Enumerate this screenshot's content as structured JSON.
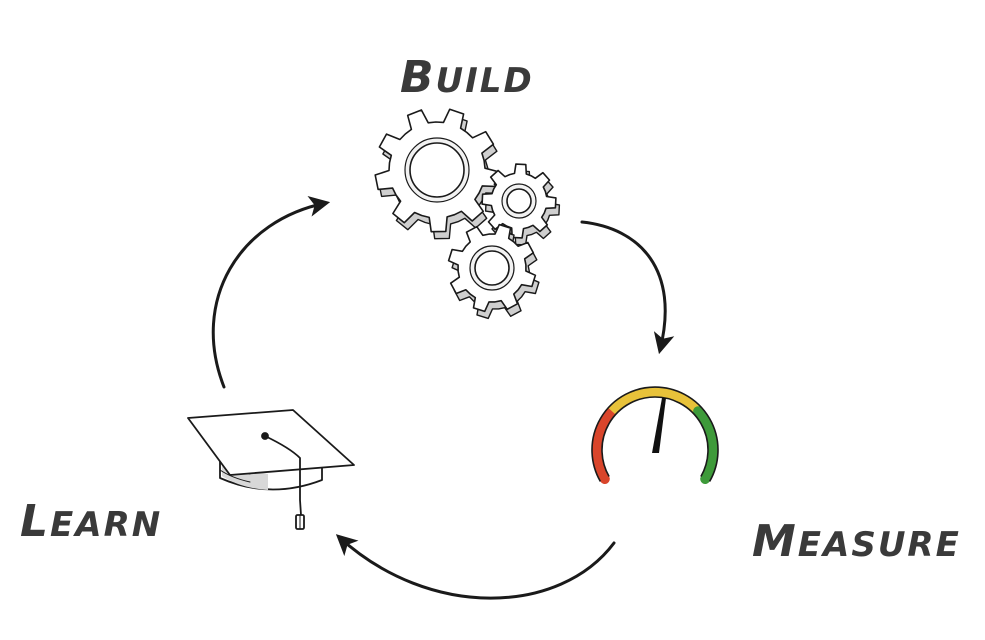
{
  "labels": {
    "build": {
      "initial": "B",
      "rest": "UILD"
    },
    "measure": {
      "initial": "M",
      "rest": "EASURE"
    },
    "learn": {
      "initial": "L",
      "rest": "EARN"
    }
  },
  "colors": {
    "ink": "#1a1a1a",
    "label": "#3a3a3a",
    "gear_fill": "#ffffff",
    "gear_side": "#cfcfcf",
    "gauge_red": "#d9452b",
    "gauge_yellow": "#e8c23a",
    "gauge_green": "#3e9a3a",
    "cap_top": "#ffffff",
    "cap_shadow": "#d8d8d8"
  },
  "icons": {
    "build": "gears-icon",
    "measure": "gauge-icon",
    "learn": "graduation-cap-icon"
  }
}
